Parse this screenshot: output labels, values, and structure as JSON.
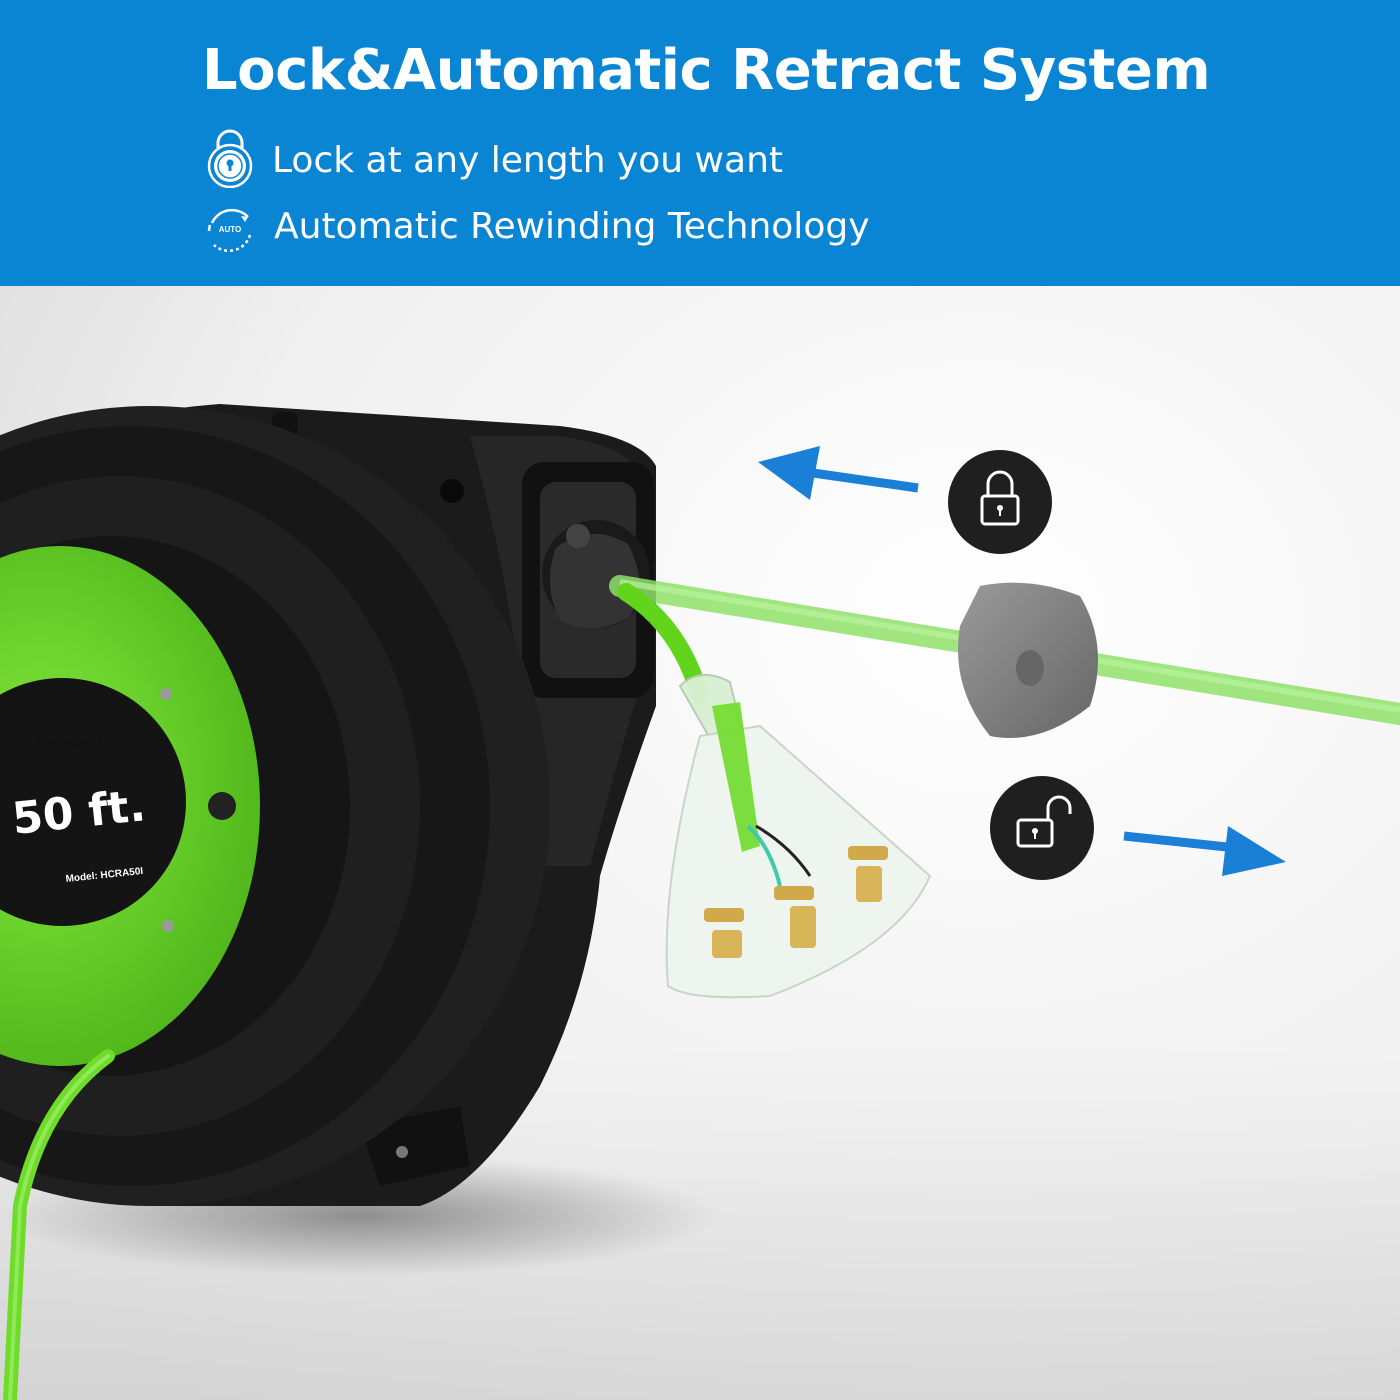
{
  "banner": {
    "title": "Lock&Automatic Retract System",
    "background_color": "#0a85d3",
    "features": [
      {
        "icon": "padlock-icon",
        "text": "Lock at any length you want"
      },
      {
        "icon": "auto-rewind-icon",
        "icon_label": "AUTO",
        "text": "Automatic Rewinding Technology"
      }
    ]
  },
  "product": {
    "brand": "dewenwils",
    "length_label": "50 ft.",
    "model_label": "Model: HCRA50I",
    "cord_color": "#6fdc2a",
    "reel_color": "#1a1a1a",
    "accent_green": "#7ce23a"
  },
  "diagram": {
    "lock_badge_icon": "lock-closed-icon",
    "unlock_badge_icon": "lock-open-icon",
    "retract_arrow": "arrow-left-icon",
    "extend_arrow": "arrow-right-icon",
    "arrow_color": "#1a7fd6"
  }
}
